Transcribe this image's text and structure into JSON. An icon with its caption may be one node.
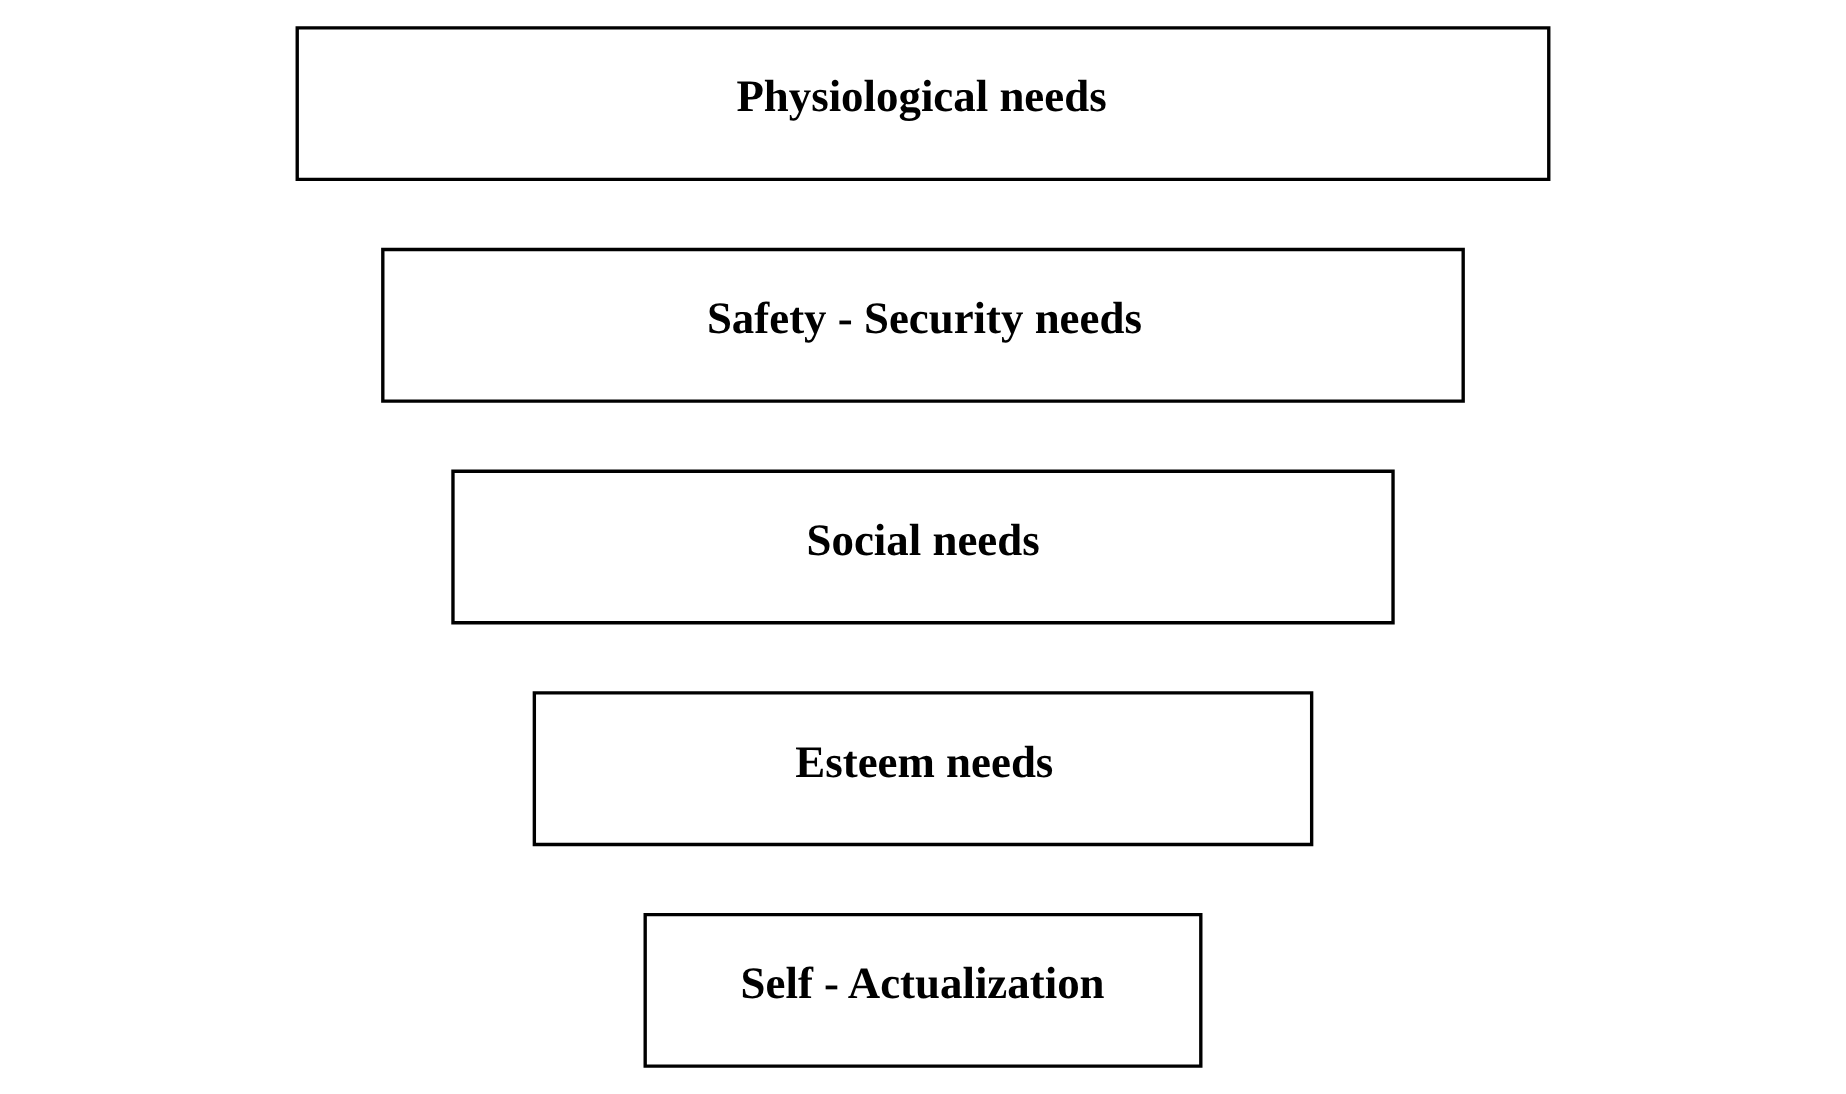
{
  "diagram": {
    "nodes": [
      {
        "text": [
          "Self - Actualization"
        ]
      },
      {
        "text": [
          "Esteem needs"
        ]
      },
      {
        "text": [
          "Social needs"
        ]
      },
      {
        "text": [
          "Safety - Security needs"
        ]
      },
      {
        "text": [
          "Physiological needs"
        ]
      }
    ]
  }
}
